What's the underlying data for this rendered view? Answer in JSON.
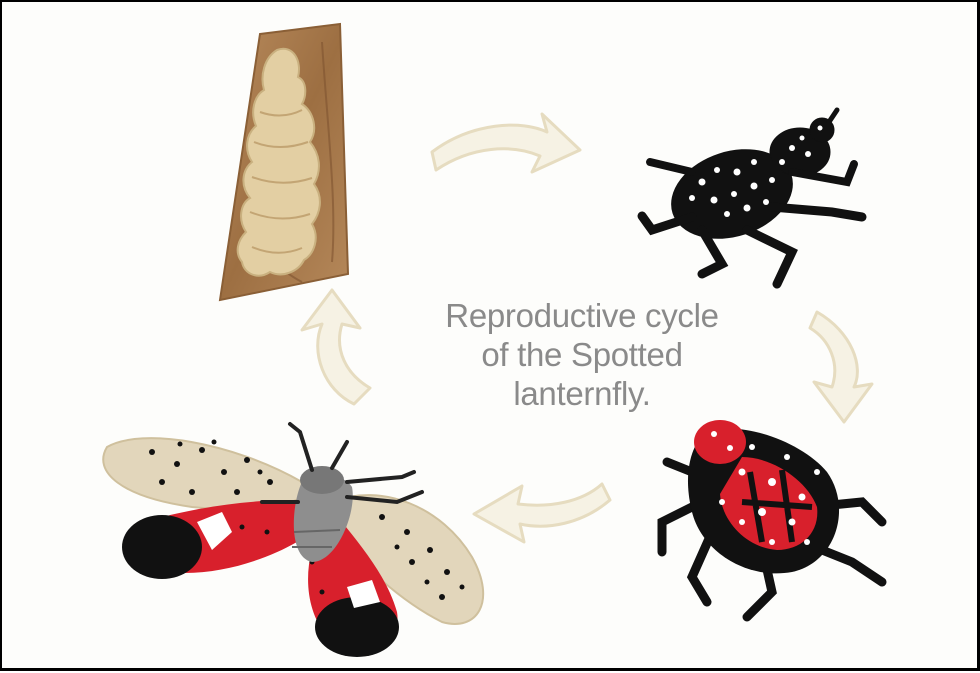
{
  "caption": {
    "line1": "Reproductive cycle",
    "line2": "of the Spotted",
    "line3": "lanternfly."
  },
  "stages": [
    {
      "name": "egg-mass",
      "icon": "egg-mass-on-bark"
    },
    {
      "name": "early-nymph",
      "icon": "black-nymph-with-white-spots"
    },
    {
      "name": "late-nymph",
      "icon": "red-black-nymph-with-white-spots"
    },
    {
      "name": "adult",
      "icon": "adult-lanternfly-wings-spread"
    }
  ],
  "colors": {
    "arrow": "#ece4cc",
    "bark": "#a67a4e",
    "eggs": "#e3cfa3",
    "nymph_black": "#111111",
    "nymph_red": "#d8202c",
    "wing_tan": "#e2d6bb",
    "body_gray": "#8e8e8e"
  }
}
